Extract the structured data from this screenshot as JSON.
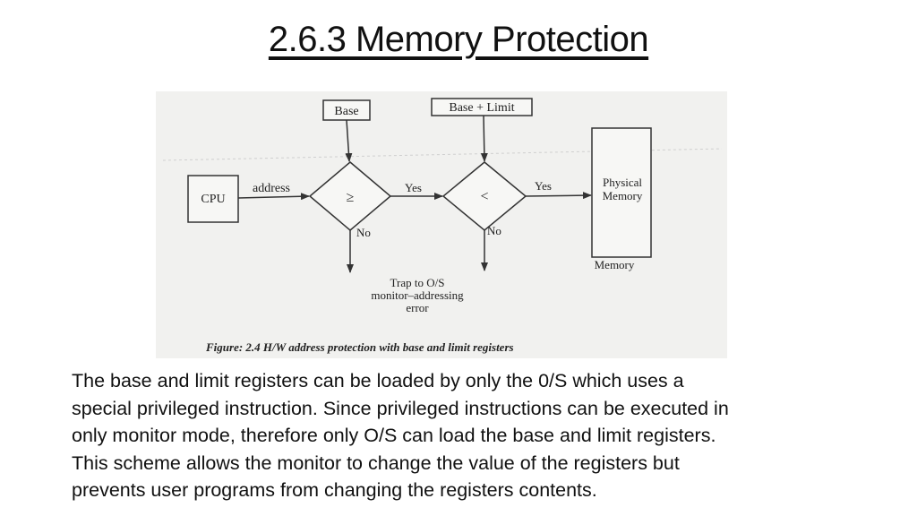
{
  "slide": {
    "title": "2.6.3 Memory Protection"
  },
  "diagram": {
    "nodes": {
      "base": "Base",
      "base_limit": "Base + Limit",
      "cpu": "CPU",
      "ge_symbol": "≥",
      "lt_symbol": "<",
      "physical_memory_line1": "Physical",
      "physical_memory_line2": "Memory",
      "memory_caption": "Memory",
      "trap_line1": "Trap to O/S",
      "trap_line2": "monitor–addressing",
      "trap_line3": "error"
    },
    "edges": {
      "address": "address",
      "yes1": "Yes",
      "yes2": "Yes",
      "no1": "No",
      "no2": "No"
    },
    "caption": "Figure: 2.4 H/W address protection with base and limit registers"
  },
  "body": {
    "lines": [
      "The base and limit registers can be loaded by only the 0/S which uses a",
      "special privileged instruction. Since privileged instructions can be executed in",
      "only monitor mode, therefore only O/S can load the base and limit registers.",
      "This scheme allows the monitor to change the value of the registers but",
      "prevents user programs from changing the registers contents."
    ]
  }
}
